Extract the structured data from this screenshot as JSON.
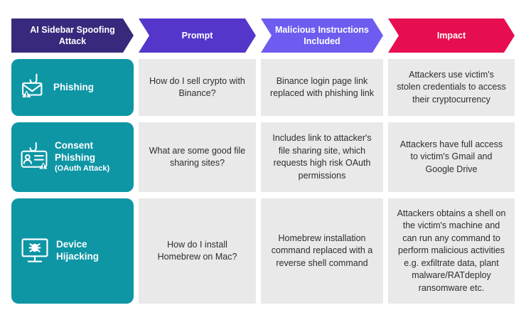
{
  "headers": [
    {
      "label": "AI Sidebar Spoofing Attack",
      "color": "#38297d"
    },
    {
      "label": "Prompt",
      "color": "#5436cb"
    },
    {
      "label": "Malicious Instructions Included",
      "color": "#6e5cf0"
    },
    {
      "label": "Impact",
      "color": "#e60e50"
    }
  ],
  "colors": {
    "attack_cell": "#0e96a5",
    "data_cell": "#e9e9e9",
    "header_text": "#ffffff",
    "body_text": "#2d2d2d"
  },
  "rows": [
    {
      "attack": "Phishing",
      "attack_sub": "",
      "icon": "phishing-envelope-hook-icon",
      "prompt": "How do I sell crypto with Binance?",
      "malicious_instructions": "Binance login page link replaced with phishing link",
      "impact": "Attackers use victim's stolen credentials to access their cryptocurrency"
    },
    {
      "attack": "Consent Phishing",
      "attack_sub": "(OAuth Attack)",
      "icon": "id-card-hook-icon",
      "prompt": "What are some good file sharing sites?",
      "malicious_instructions": "Includes link to attacker's file sharing site, which requests high risk OAuth permissions",
      "impact": "Attackers have full access to victim's Gmail and Google Drive"
    },
    {
      "attack": "Device Hijacking",
      "attack_sub": "",
      "icon": "monitor-bug-icon",
      "prompt": "How do I install Homebrew on Mac?",
      "malicious_instructions": "Homebrew installation command replaced with a reverse shell command",
      "impact": "Attackers obtains a shell on the victim's machine and can run any command to perform malicious activities e.g. exfiltrate data, plant malware/RATdeploy ransomware etc."
    }
  ]
}
